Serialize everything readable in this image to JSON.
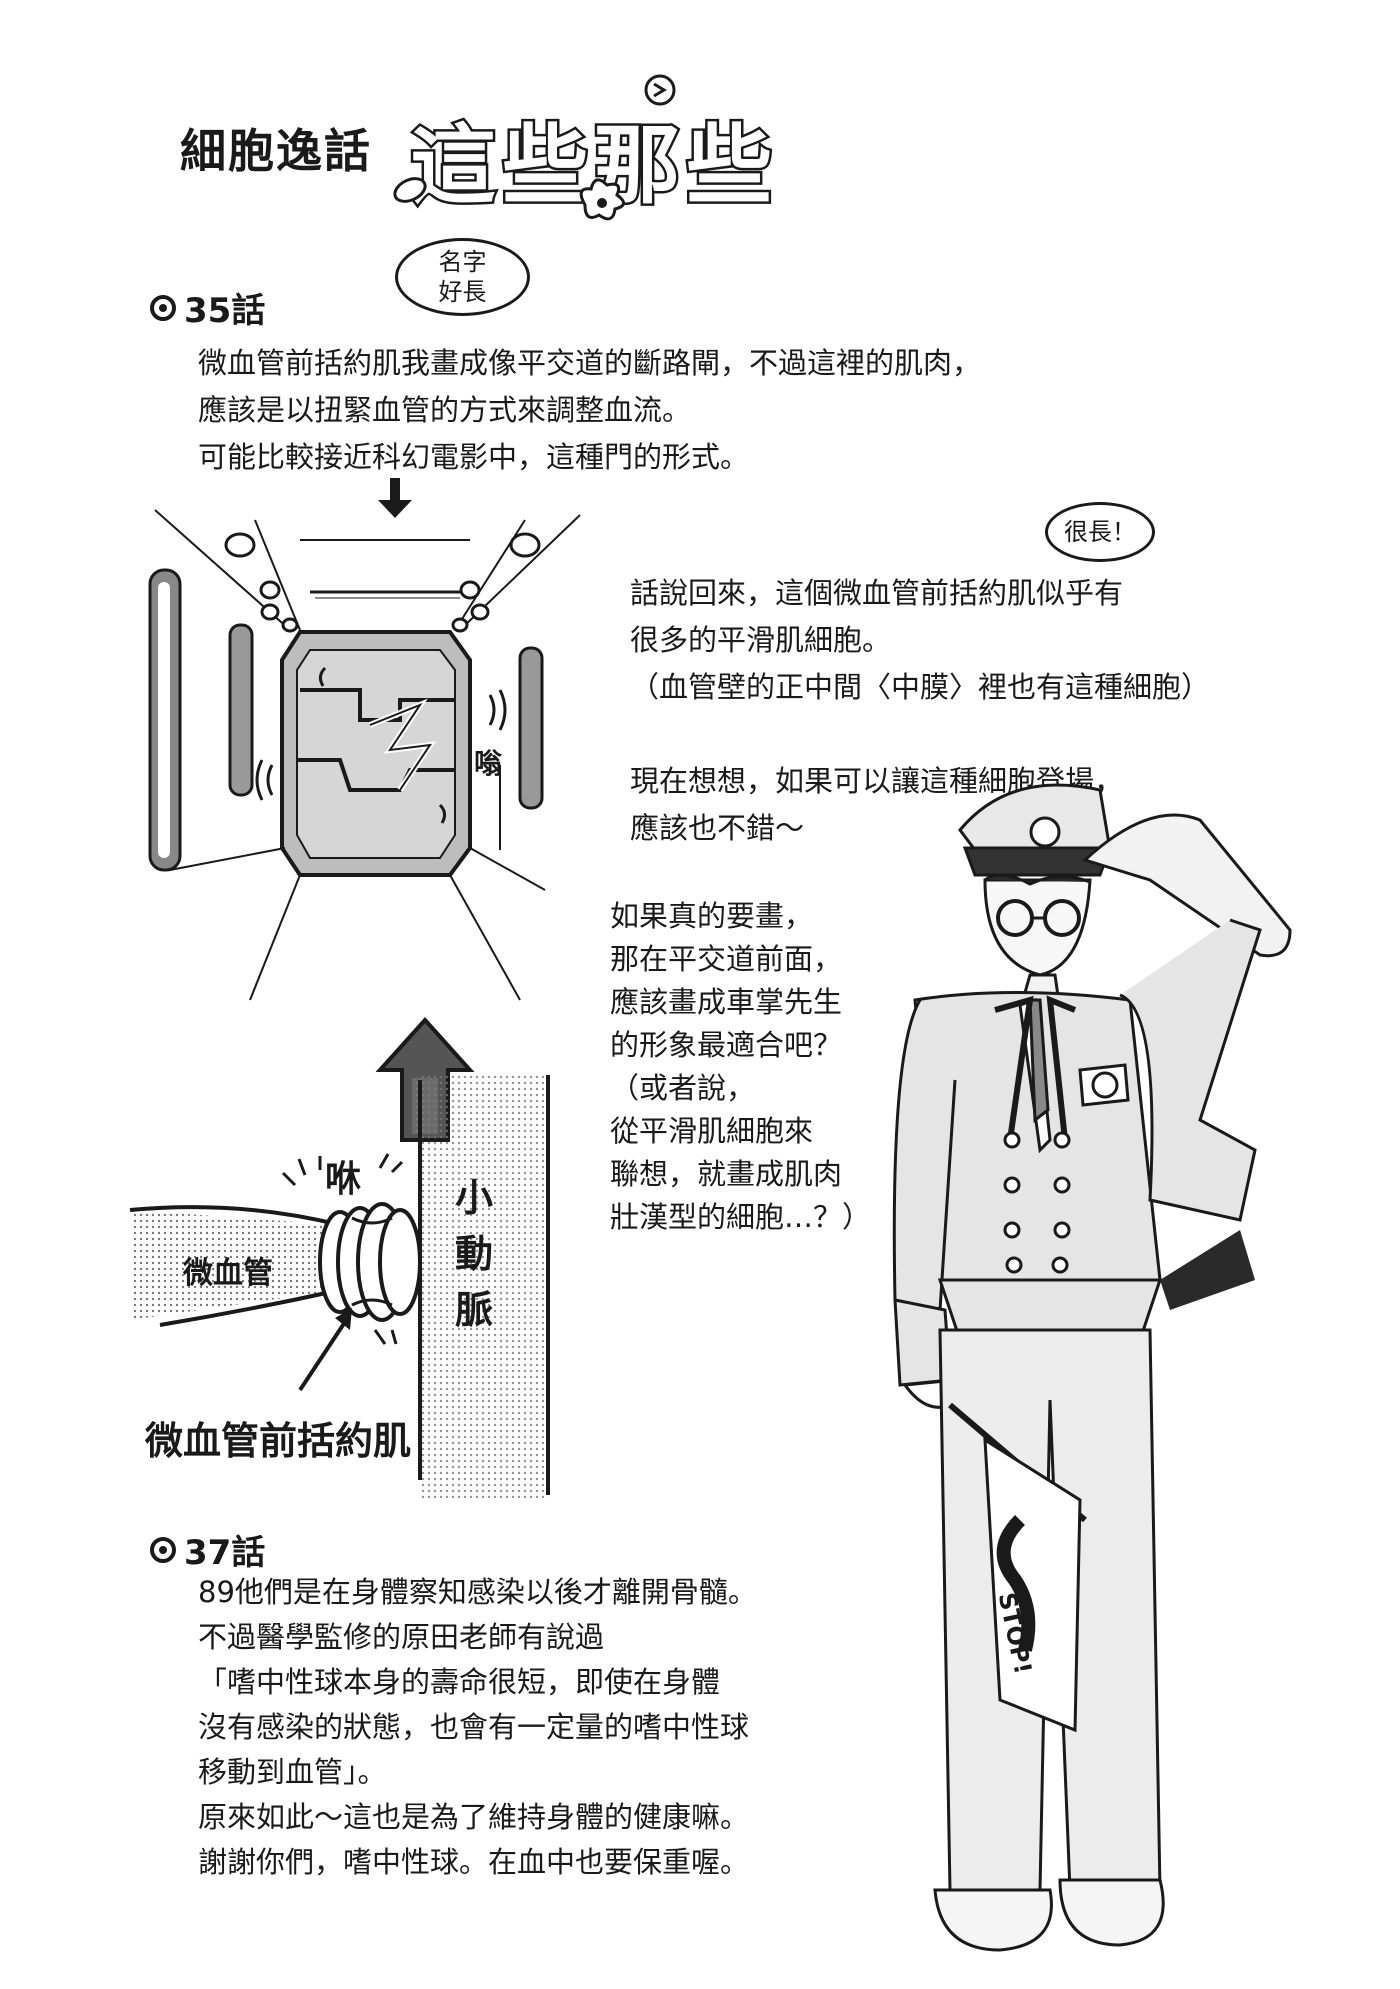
{
  "title": {
    "small": "細胞逸話",
    "big": "這些那些"
  },
  "section35": {
    "heading": "35話",
    "bubble": [
      "名字",
      "好長"
    ],
    "lines": [
      "微血管前括約肌我畫成像平交道的斷路閘，不過這裡的肌肉，",
      "應該是以扭緊血管的方式來調整血流。",
      "可能比較接近科幻電影中，這種門的形式。"
    ],
    "bubble2": "很長！",
    "right_lines": [
      "話說回來，這個微血管前括約肌似乎有",
      "很多的平滑肌細胞。",
      "（血管壁的正中間〈中膜〉裡也有這種細胞）",
      "",
      "現在想想，如果可以讓這種細胞登場，",
      "應該也不錯～"
    ],
    "conductor_lines": [
      "如果真的要畫，",
      "那在平交道前面，",
      "應該畫成車掌先生",
      "的形象最適合吧？",
      "（或者說，",
      "從平滑肌細胞來",
      "聯想，就畫成肌肉",
      "壯漢型的細胞…？）"
    ],
    "door_sfx": "嗡",
    "diagram": {
      "sfx": "咻",
      "capillary": "微血管",
      "arteriole": [
        "小",
        "動",
        "脈"
      ],
      "caption": "微血管前括約肌"
    },
    "flag_text": "STOP!"
  },
  "section37": {
    "heading": "37話",
    "lines": [
      "89他們是在身體察知感染以後才離開骨髓。",
      "不過醫學監修的原田老師有說過",
      "「嗜中性球本身的壽命很短，即使在身體",
      "沒有感染的狀態，也會有一定量的嗜中性球",
      "移動到血管」。",
      "原來如此～這也是為了維持身體的健康嘛。",
      "謝謝你們，嗜中性球。在血中也要保重喔。"
    ]
  }
}
